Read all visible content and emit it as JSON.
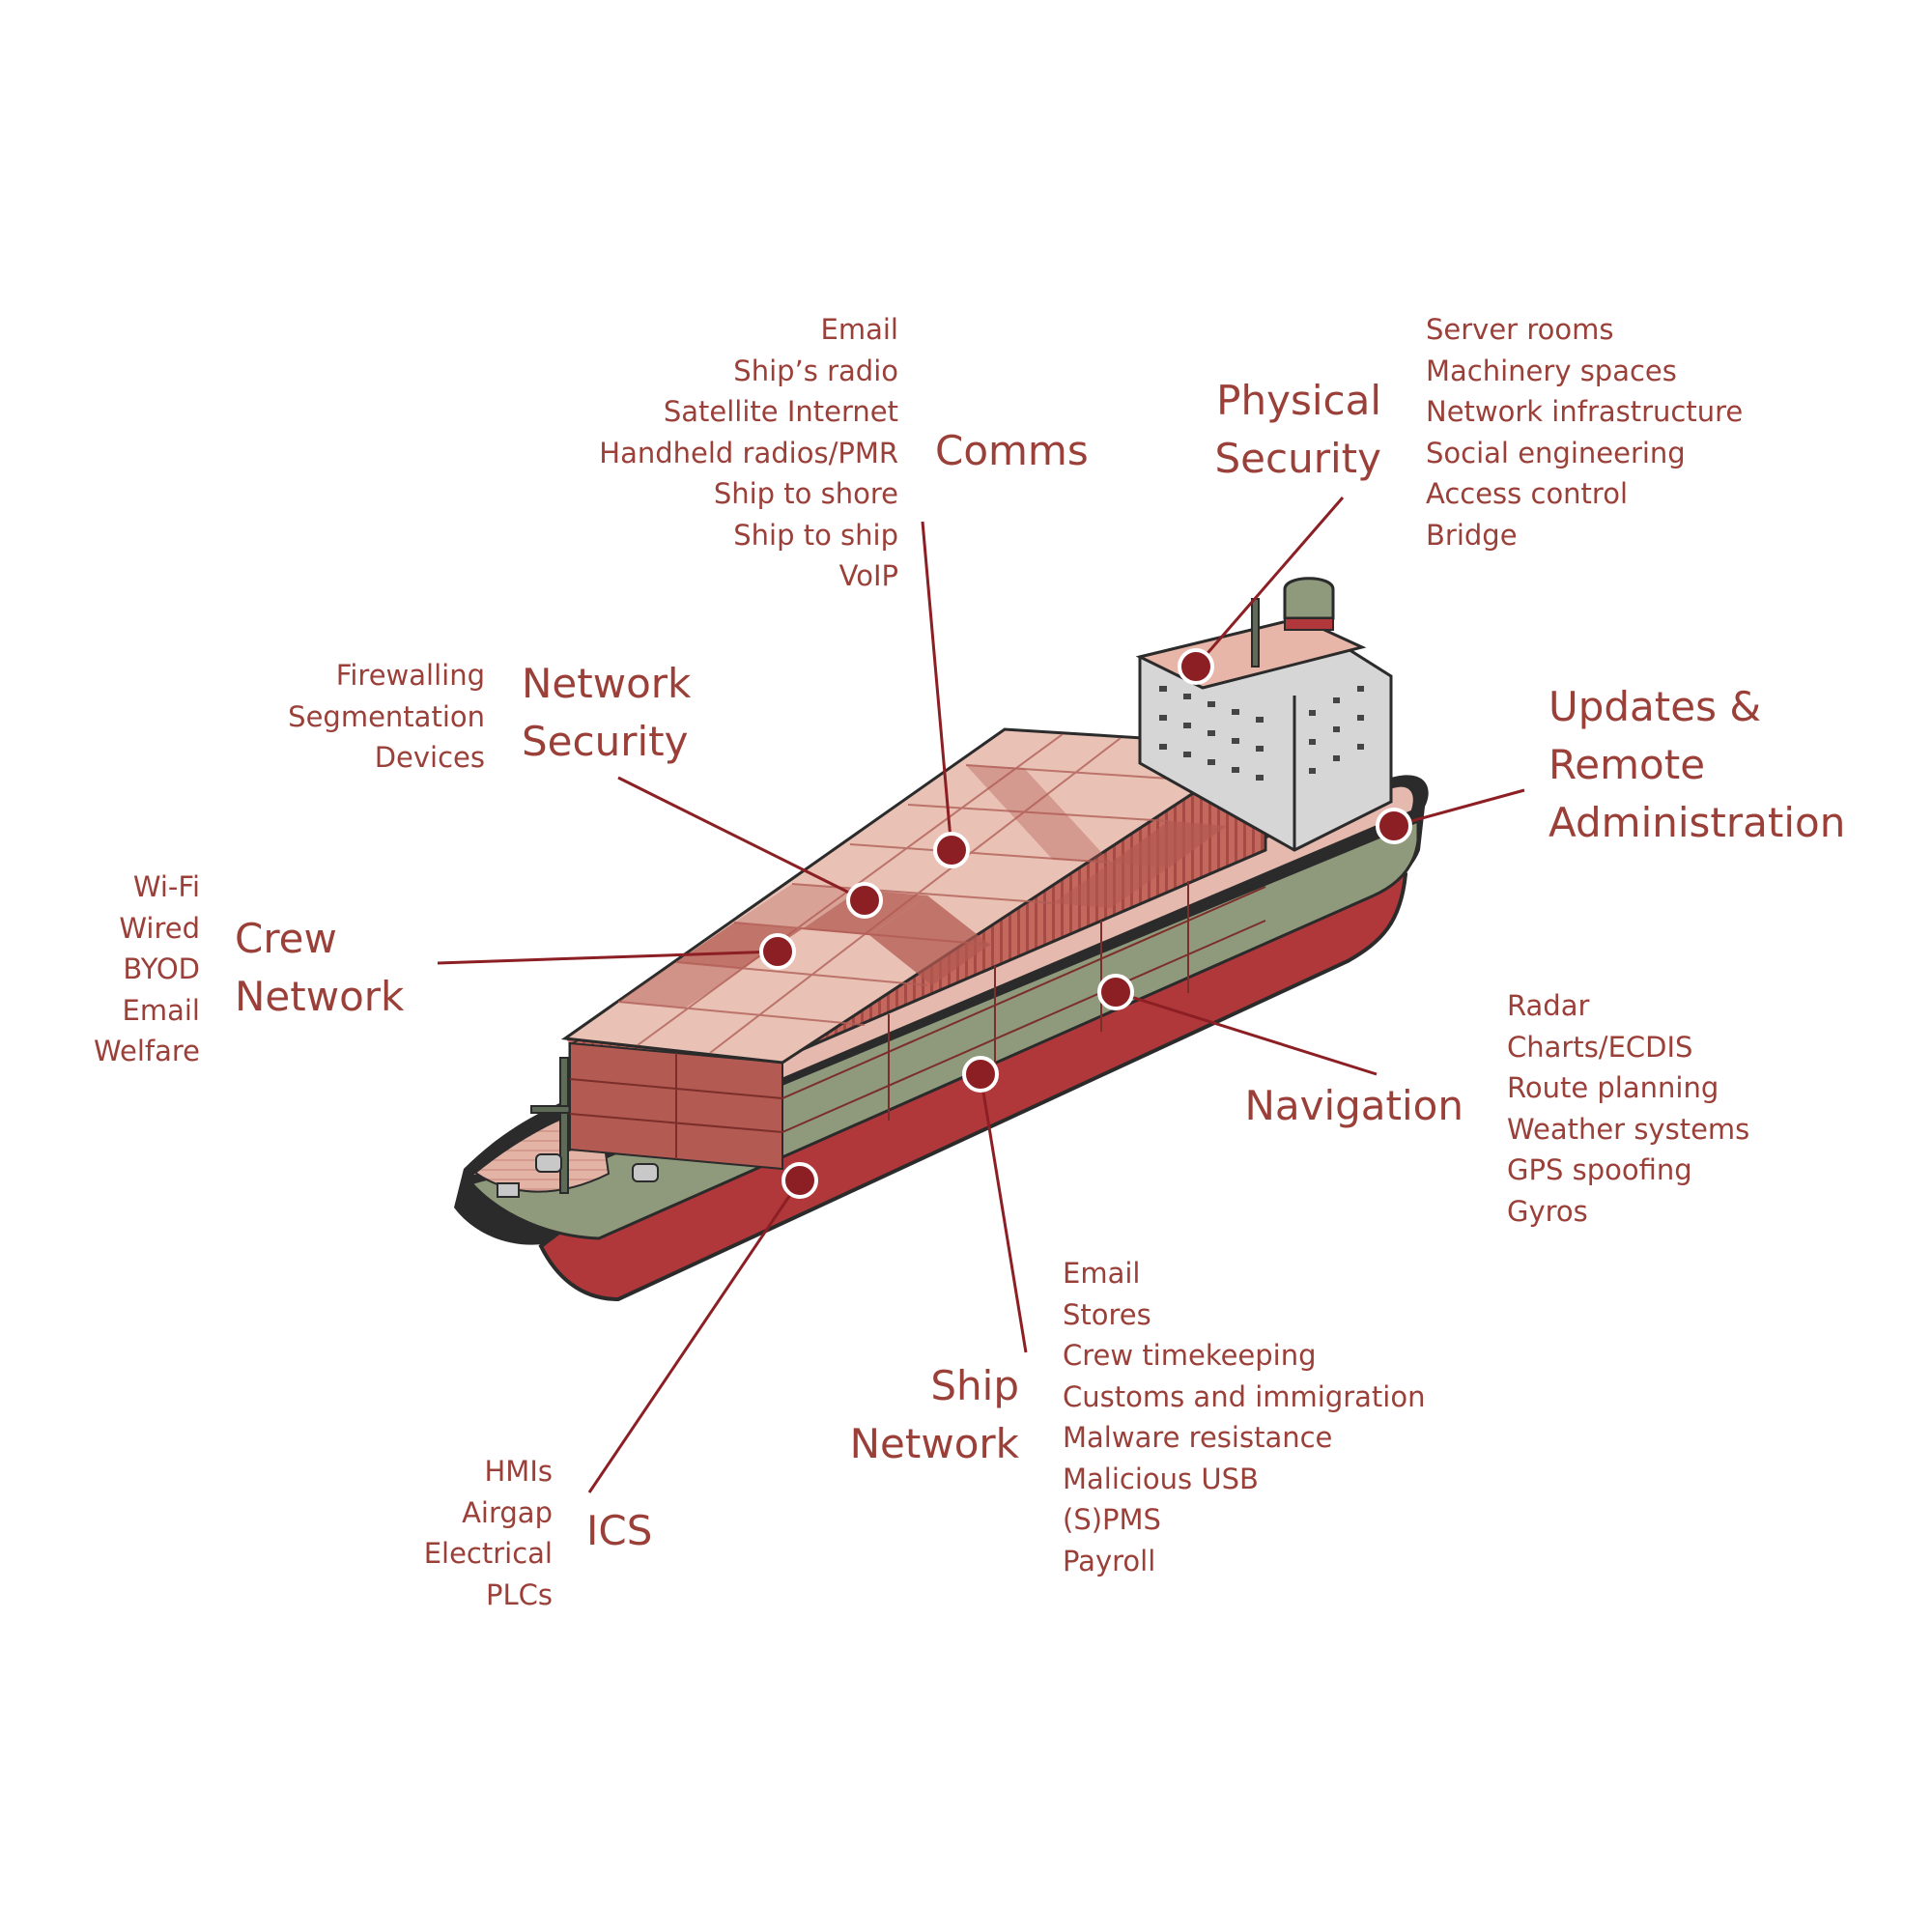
{
  "colors": {
    "accent": "#9b3f39",
    "marker": "#8c1f24",
    "hull_green": "#8f9a7c",
    "hull_red": "#b1383a",
    "container": "#c97a6e",
    "superstructure": "#dcdcdc"
  },
  "categories": {
    "comms": {
      "title": [
        "Comms"
      ],
      "items": [
        "Email",
        "Ship’s radio",
        "Satellite Internet",
        "Handheld radios/PMR",
        "Ship to shore",
        "Ship to ship",
        "VoIP"
      ]
    },
    "physical_security": {
      "title": [
        "Physical",
        "Security"
      ],
      "items": [
        "Server rooms",
        "Machinery spaces",
        "Network infrastructure",
        "Social engineering",
        "Access control",
        "Bridge"
      ]
    },
    "network_security": {
      "title": [
        "Network",
        "Security"
      ],
      "items": [
        "Firewalling",
        "Segmentation",
        "Devices"
      ]
    },
    "updates": {
      "title": [
        "Updates &",
        "Remote",
        "Administration"
      ],
      "items": []
    },
    "crew_network": {
      "title": [
        "Crew",
        "Network"
      ],
      "items": [
        "Wi-Fi",
        "Wired",
        "BYOD",
        "Email",
        "Welfare"
      ]
    },
    "navigation": {
      "title": [
        "Navigation"
      ],
      "items": [
        "Radar",
        "Charts/ECDIS",
        "Route planning",
        "Weather systems",
        "GPS spoofing",
        "Gyros"
      ]
    },
    "ship_network": {
      "title": [
        "Ship",
        "Network"
      ],
      "items": [
        "Email",
        "Stores",
        "Crew timekeeping",
        "Customs and immigration",
        "Malware resistance",
        "Malicious USB",
        "(S)PMS",
        "Payroll"
      ]
    },
    "ics": {
      "title": [
        "ICS"
      ],
      "items": [
        "HMIs",
        "Airgap",
        "Electrical",
        "PLCs"
      ]
    }
  }
}
